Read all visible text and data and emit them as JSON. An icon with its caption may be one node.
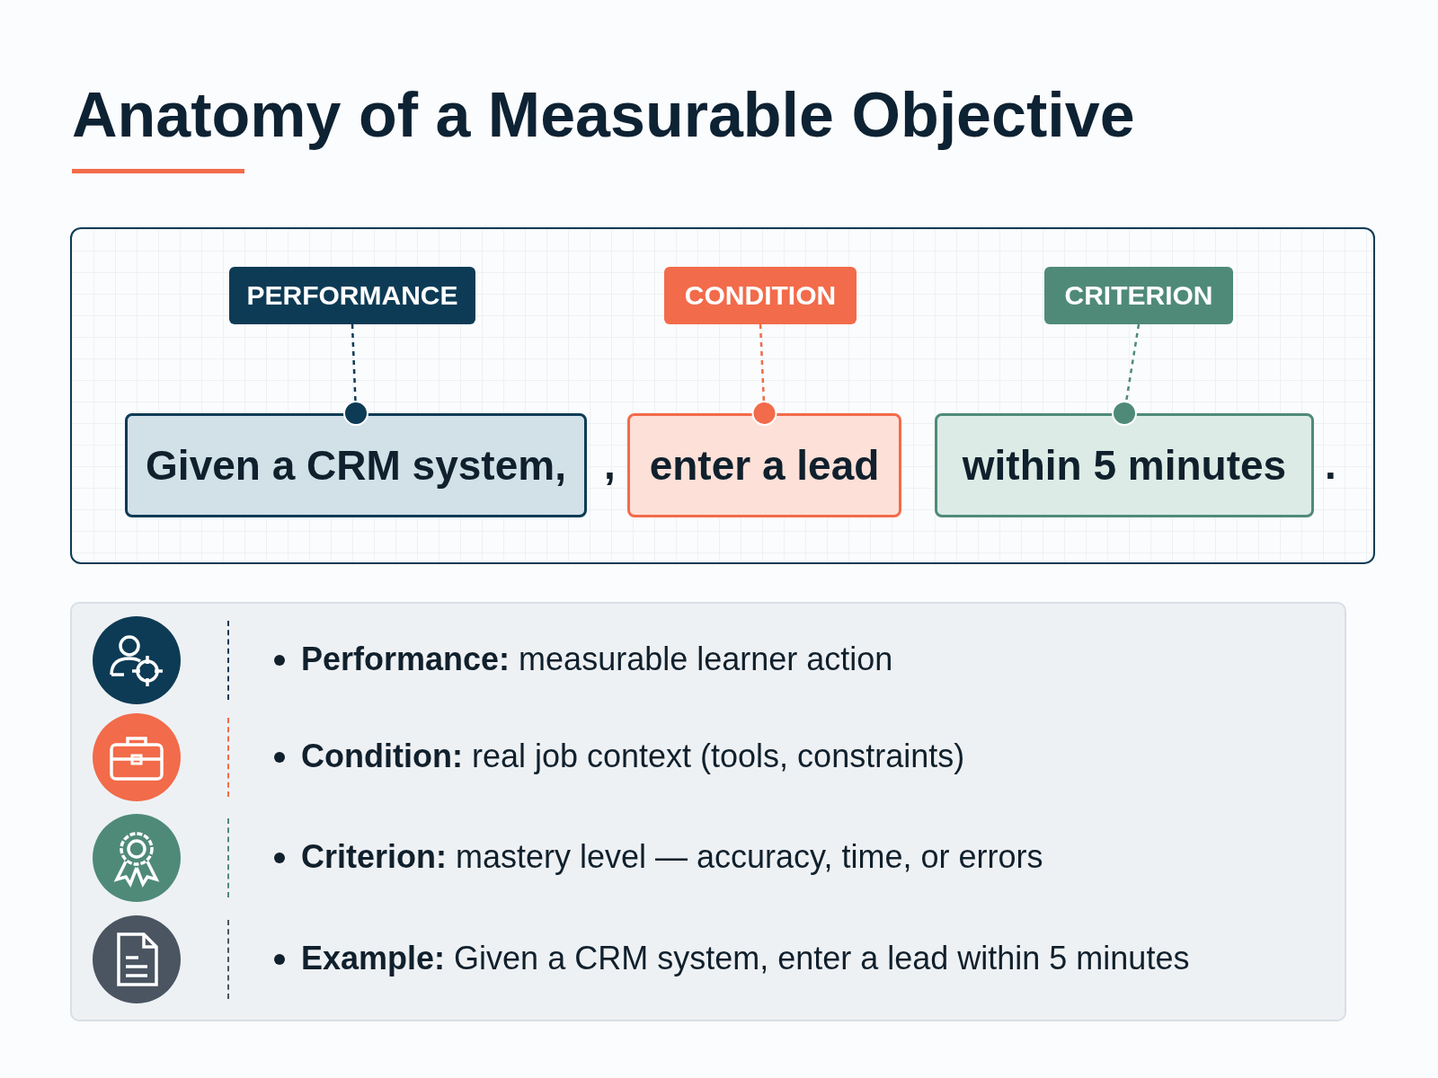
{
  "diagram": {
    "title": "Anatomy of a Measurable Objective",
    "nodes": [
      {
        "text": [
          "PERFORMANCE"
        ]
      },
      {
        "text": [
          "Given a CRM system,"
        ]
      },
      {
        "text": [
          "CONDITION"
        ]
      },
      {
        "text": [
          "enter a lead"
        ]
      },
      {
        "text": [
          "CRITERION"
        ]
      },
      {
        "text": [
          "within 5 minutes"
        ]
      }
    ],
    "edges": [
      {
        "from": 0,
        "to": 1,
        "arrow": "other",
        "style": "dashed",
        "color": "#0d3b55"
      },
      {
        "from": 2,
        "to": 3,
        "arrow": "other",
        "style": "dashed",
        "color": "#f26b4a"
      },
      {
        "from": 4,
        "to": 5,
        "arrow": "other",
        "style": "dashed",
        "color": "#4f8a78"
      }
    ],
    "labels": [
      ",",
      ".",
      "**Performance:** measurable learner action",
      "**Condition:** real job context (tools, constraints)",
      "**Criterion:** mastery level — accuracy, time, or errors",
      "**Example:** Given a CRM system, enter a lead within 5 minutes"
    ]
  }
}
